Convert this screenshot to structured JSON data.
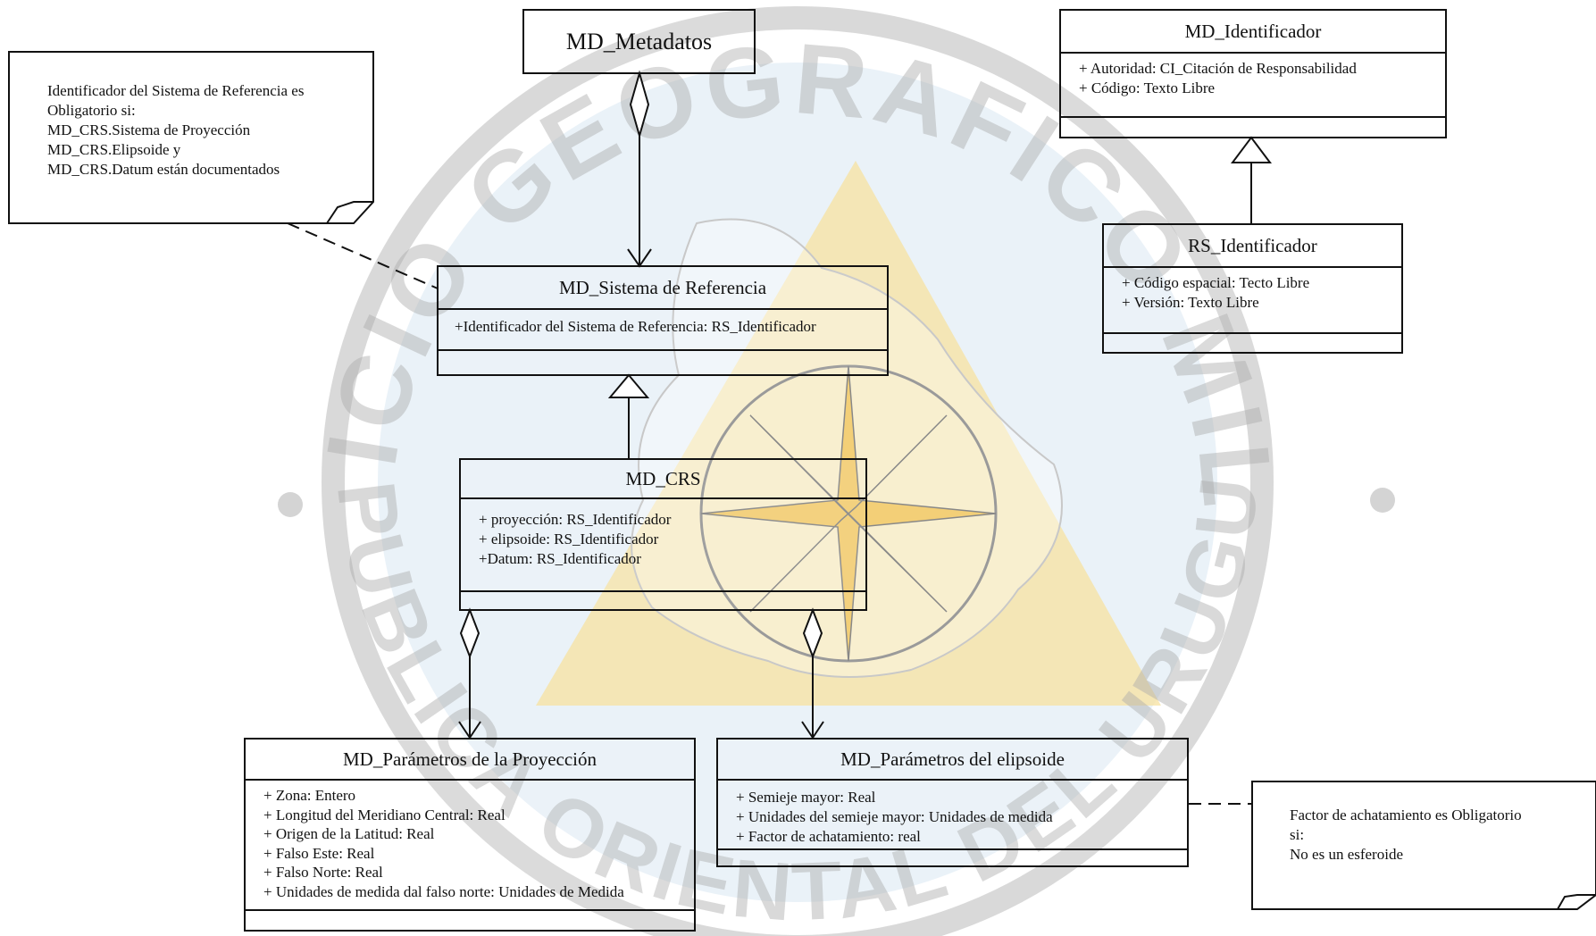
{
  "watermark": {
    "ring_color": "#aaaaaa",
    "disk_color": "#d8e8f2",
    "triangle_color": "#f7e2a0",
    "star_color": "#f3cf77",
    "arc_text_top": "SERVICIO GEOGRAFICO MILITAR",
    "arc_text_bottom": "REPUBLICA ORIENTAL DEL URUGUAY"
  },
  "classes": {
    "md_metadatos": {
      "name": "MD_Metadatos",
      "attributes": []
    },
    "md_identificador": {
      "name": "MD_Identificador",
      "attributes": [
        "+ Autoridad: CI_Citación de Responsabilidad",
        "+ Código: Texto Libre"
      ]
    },
    "rs_identificador": {
      "name": "RS_Identificador",
      "attributes": [
        "+ Código espacial: Tecto Libre",
        "+ Versión: Texto Libre"
      ]
    },
    "md_sistema_referencia": {
      "name": "MD_Sistema de Referencia",
      "attributes": [
        "+Identificador del Sistema de Referencia: RS_Identificador"
      ]
    },
    "md_crs": {
      "name": "MD_CRS",
      "attributes": [
        "+ proyección: RS_Identificador",
        "+ elipsoide:  RS_Identificador",
        "+Datum: RS_Identificador"
      ]
    },
    "md_parametros_proyeccion": {
      "name": "MD_Parámetros de la Proyección",
      "attributes": [
        "+ Zona: Entero",
        "+ Longitud del Meridiano Central: Real",
        "+ Origen de la Latitud: Real",
        "+ Falso Este: Real",
        "+ Falso Norte: Real",
        "+ Unidades de medida dal falso norte: Unidades de Medida"
      ]
    },
    "md_parametros_elipsoide": {
      "name": "MD_Parámetros del elipsoide",
      "attributes": [
        "+ Semieje mayor: Real",
        "+ Unidades del semieje mayor: Unidades de medida",
        "+ Factor de achatamiento: real"
      ]
    }
  },
  "notes": {
    "reference_system": {
      "lines": [
        "Identificador del Sistema de Referencia es",
        "Obligatorio si:",
        "MD_CRS.Sistema de Proyección",
        "MD_CRS.Elipsoide y",
        "MD_CRS.Datum están documentados"
      ]
    },
    "flattening": {
      "lines": [
        "Factor de achatamiento es Obligatorio",
        "si:",
        "No es un esferoide"
      ]
    }
  }
}
